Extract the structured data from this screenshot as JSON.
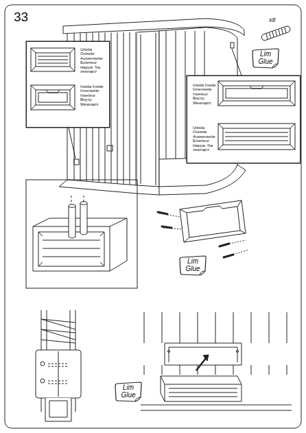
{
  "diagram": {
    "nodes": [
      {
        "text": [
          "Utsida Outside Aussenseite Exterieur Наруж. Na zewnątrz",
          "Insida Inside Innenseite Interieur Внутр. Wewnątrz"
        ]
      },
      {
        "text": [
          "Insida Inside Innenseite Interieur Внутр. Wewnątrz",
          "Utsida Outside Aussenseite Exterieur Наруж. Na zewnątrz"
        ]
      },
      {
        "text": [
          "Lim Glue"
        ]
      },
      {
        "text": [
          "Lim Glue"
        ]
      },
      {
        "text": [
          "Lim Glue"
        ]
      }
    ],
    "labels": [
      "33",
      "x8"
    ]
  }
}
